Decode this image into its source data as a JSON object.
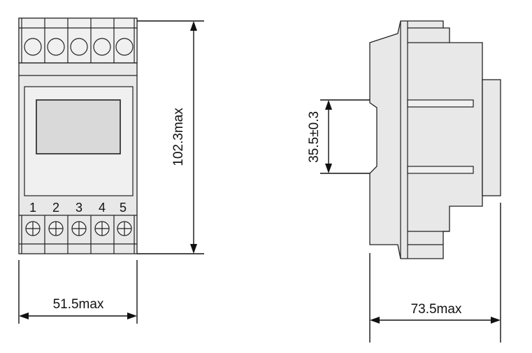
{
  "dimensions": {
    "width": "51.5max",
    "height": "102.3max",
    "rail": "35.5±0.3",
    "depth": "73.5max"
  },
  "terminals": [
    "1",
    "2",
    "3",
    "4",
    "5"
  ],
  "colors": {
    "body": "#e8e8e8",
    "screen": "#d9d9d9",
    "outline": "#222222"
  }
}
